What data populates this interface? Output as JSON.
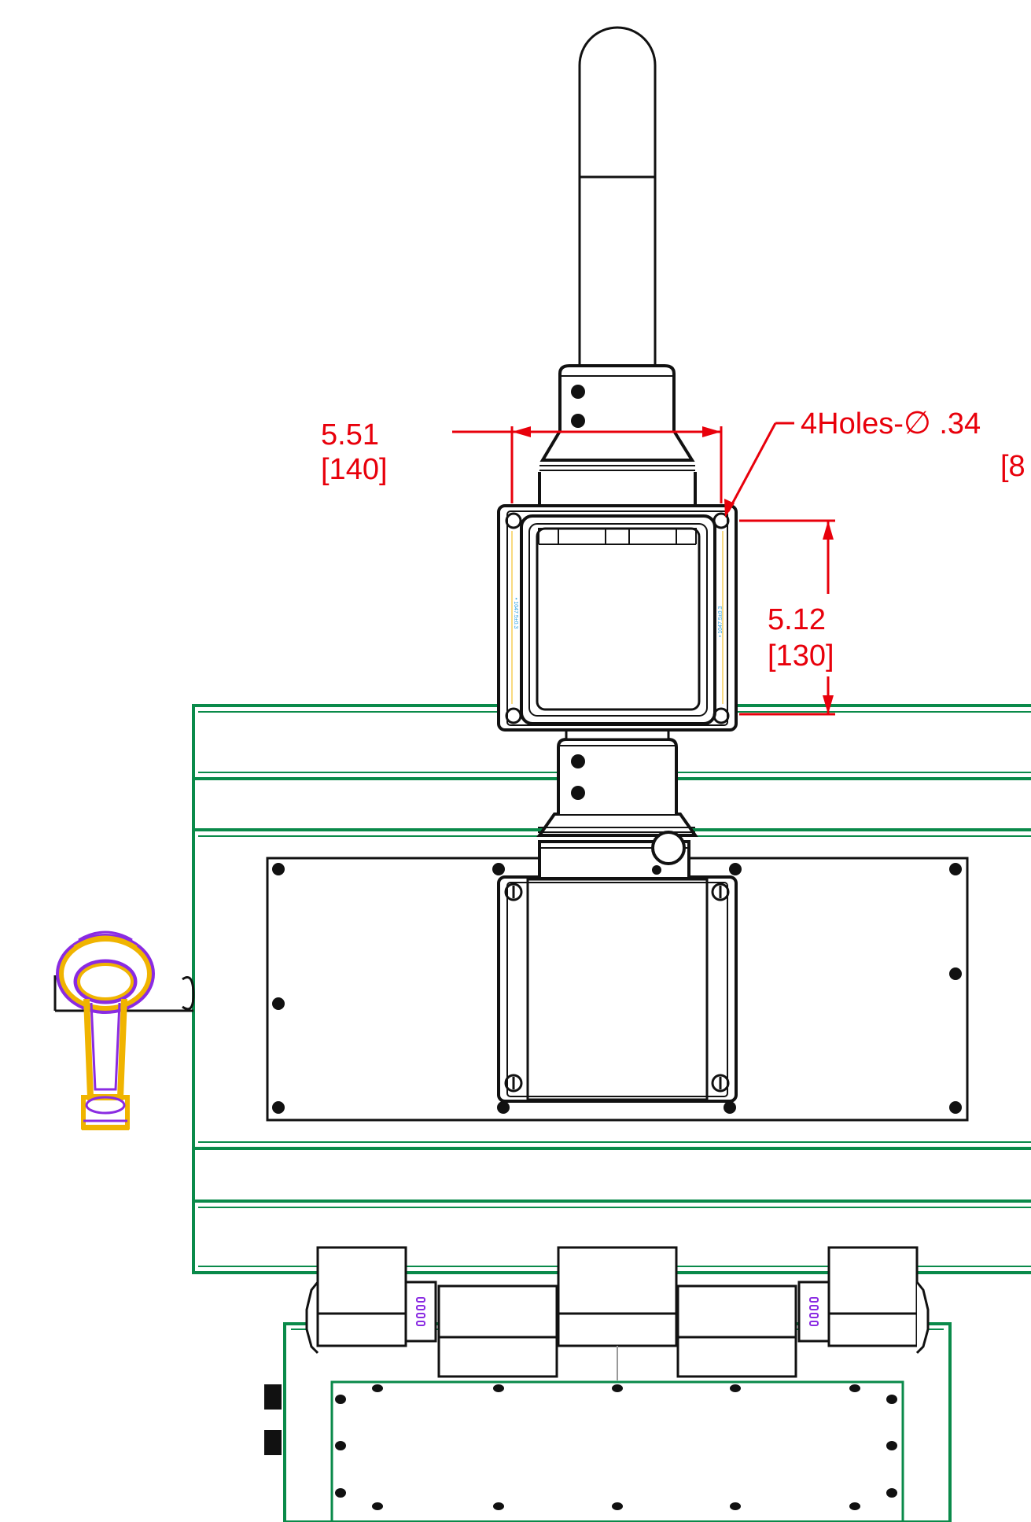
{
  "dimensions": {
    "width": {
      "inches": "5.51",
      "mm": "[140]"
    },
    "height": {
      "inches": "5.12",
      "mm": "[130]"
    },
    "holes": {
      "label": "4Holes-",
      "symbol": "∅",
      "value": " .34"
    },
    "cut_off": "[8"
  },
  "colors": {
    "dimension": "#e8000b",
    "frame": "#0a8a4a",
    "outline": "#111111",
    "bracket_gold": "#f0b400",
    "bracket_purple": "#8a2be2",
    "small_label": "#2aa0e0"
  },
  "labels": {
    "left_flange": "• 1047.5±0.3",
    "right_flange": "• 1047.5±0.3"
  }
}
